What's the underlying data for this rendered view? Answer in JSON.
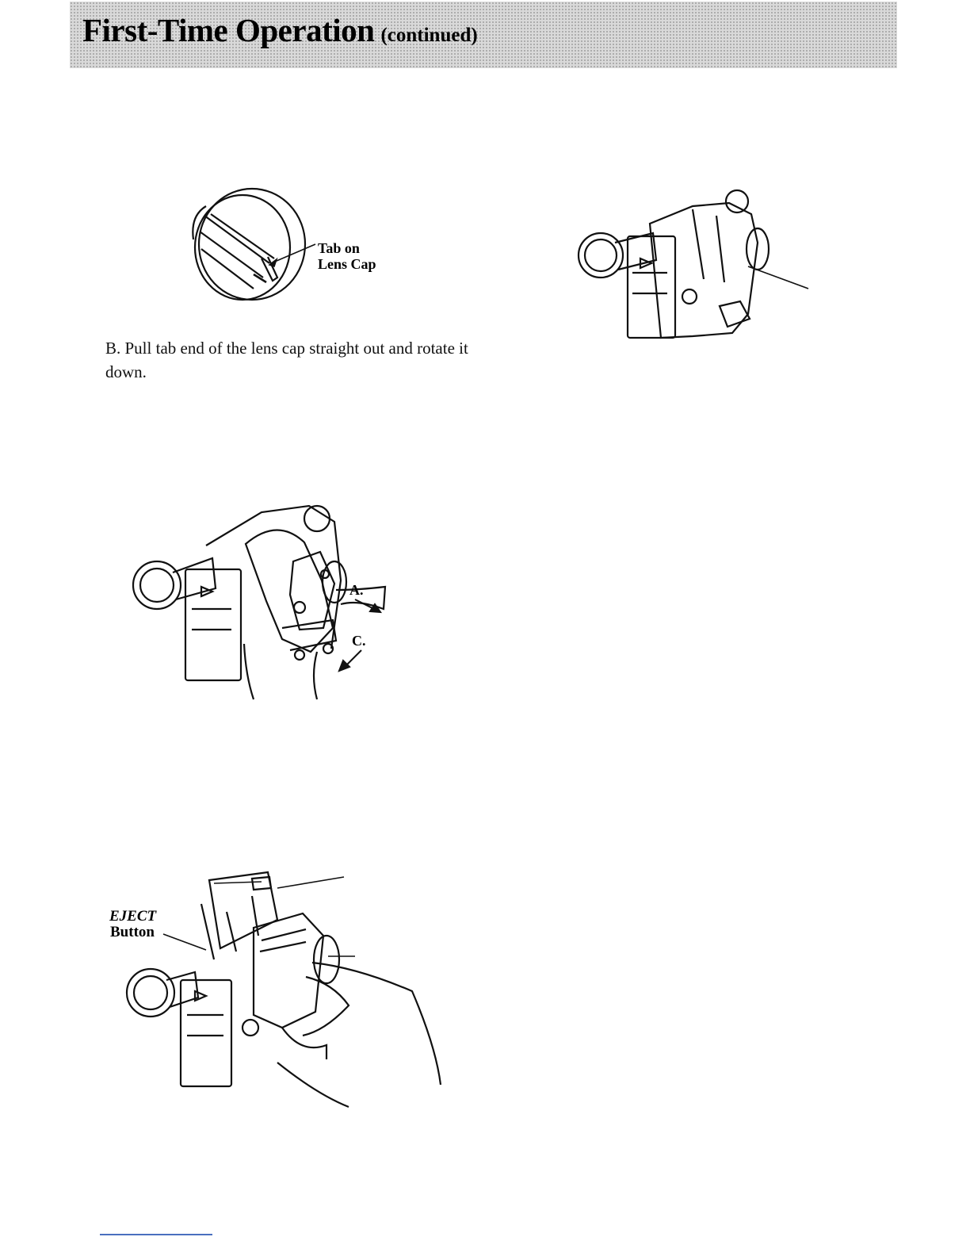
{
  "header": {
    "title": "First-Time Operation",
    "subtitle": "(continued)"
  },
  "figure_lens_cap": {
    "label": [
      "Tab on",
      "Lens Cap"
    ]
  },
  "instruction_b": {
    "text": "B. Pull tab end of the lens cap straight out and rotate it down."
  },
  "figure_hand_strap": {
    "label_a": "A.",
    "label_c": "C."
  },
  "figure_eject": {
    "label": [
      "EJECT",
      "Button"
    ]
  }
}
